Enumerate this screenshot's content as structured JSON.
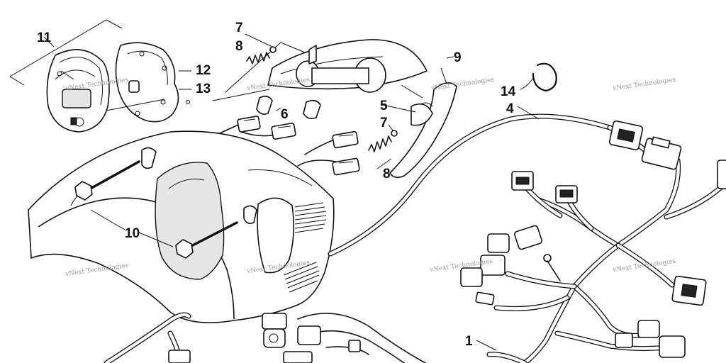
{
  "callouts": [
    {
      "id": "1",
      "text": "1"
    },
    {
      "id": "4",
      "text": "4"
    },
    {
      "id": "5",
      "text": "5"
    },
    {
      "id": "6",
      "text": "6"
    },
    {
      "id": "7a",
      "text": "7"
    },
    {
      "id": "7b",
      "text": "7"
    },
    {
      "id": "8a",
      "text": "8"
    },
    {
      "id": "8b",
      "text": "8"
    },
    {
      "id": "9",
      "text": "9"
    },
    {
      "id": "10",
      "text": "10"
    },
    {
      "id": "11",
      "text": "11"
    },
    {
      "id": "12",
      "text": "12"
    },
    {
      "id": "13",
      "text": "13"
    },
    {
      "id": "14",
      "text": "14"
    }
  ],
  "watermark": "vNext Technologies",
  "colors": {
    "line": "#111111",
    "background": "#ffffff",
    "watermark": "#9a9a9a"
  }
}
